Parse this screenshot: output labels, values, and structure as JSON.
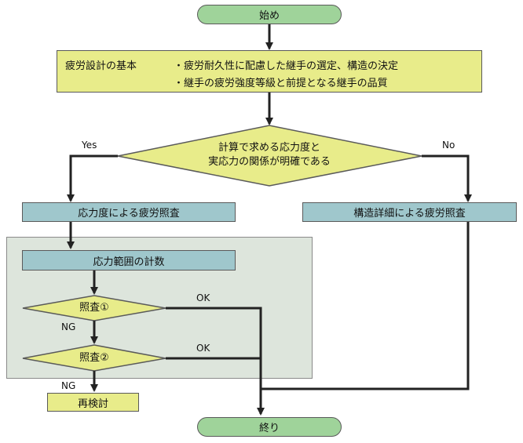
{
  "start": "始め",
  "end": "終り",
  "intro": {
    "label": "疲労設計の基本",
    "items": [
      "・疲労耐久性に配慮した継手の選定、構造の決定",
      "・継手の疲労強度等級と前提となる継手の品質"
    ]
  },
  "decision_main": {
    "line1": "計算で求める応力度と",
    "line2": "実応力の関係が明確である",
    "yes": "Yes",
    "no": "No"
  },
  "stress_check": "応力度による疲労照査",
  "detail_check": "構造詳細による疲労照査",
  "range_calc": "応力範囲の計数",
  "check1": "照査①",
  "check2": "照査②",
  "ok": "OK",
  "ng": "NG",
  "reexamine": "再検討"
}
